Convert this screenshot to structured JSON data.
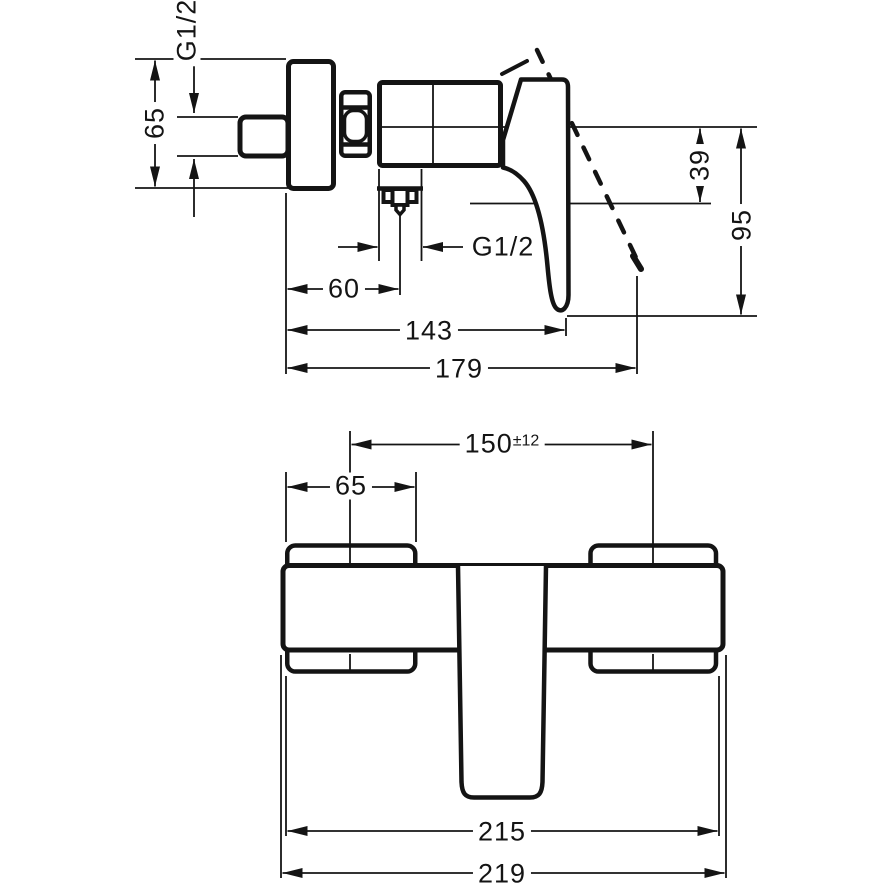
{
  "drawing": {
    "type": "installation-dimension-drawing",
    "background": "#ffffff",
    "line_color": "#141414",
    "views": {
      "side": {
        "name": "side elevation with lever swing range"
      },
      "front": {
        "name": "front elevation with wall unions"
      }
    },
    "dimensions": {
      "side": [
        {
          "id": "inlet-thread",
          "label": "G1/2"
        },
        {
          "id": "wall-union-height",
          "label": "65"
        },
        {
          "id": "outlet-thread",
          "label": "G1/2"
        },
        {
          "id": "outlet-offset",
          "label": "60"
        },
        {
          "id": "projection-handle",
          "label": "143"
        },
        {
          "id": "projection-overall",
          "label": "179"
        },
        {
          "id": "drop-to-outlet",
          "label": "39"
        },
        {
          "id": "drop-to-handle-tip",
          "label": "95"
        }
      ],
      "front": [
        {
          "id": "union-centers",
          "label": "150",
          "tolerance": "±12"
        },
        {
          "id": "escutcheon-width",
          "label": "65"
        },
        {
          "id": "width-across-escutcheons",
          "label": "215"
        },
        {
          "id": "width-overall",
          "label": "219"
        }
      ]
    }
  }
}
